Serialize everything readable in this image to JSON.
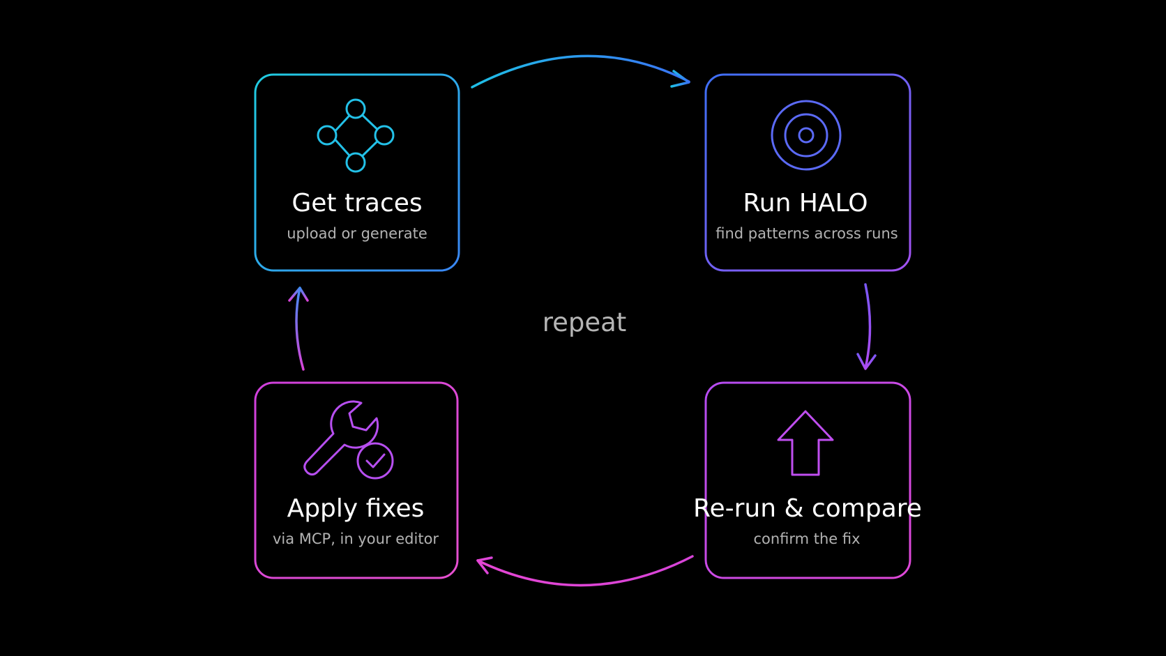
{
  "diagram": {
    "center_label": "repeat",
    "colors": {
      "cyan": "#22c4e6",
      "blue": "#3d7ef5",
      "violet": "#8d5cf6",
      "purple": "#b44cf0",
      "magenta": "#e040d0",
      "pink": "#e54bd6"
    },
    "steps": [
      {
        "title": "Get traces",
        "subtitle": "upload or generate",
        "icon": "graph-nodes-icon"
      },
      {
        "title": "Run HALO",
        "subtitle": "find patterns across runs",
        "icon": "target-icon"
      },
      {
        "title": "Re-run & compare",
        "subtitle": "confirm the fix",
        "icon": "arrow-up-icon"
      },
      {
        "title": "Apply fixes",
        "subtitle": "via MCP, in your editor",
        "icon": "wrench-check-icon"
      }
    ]
  }
}
